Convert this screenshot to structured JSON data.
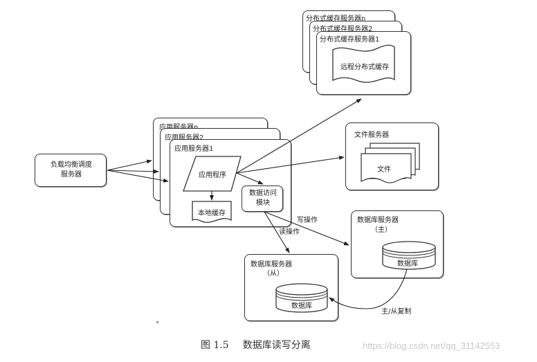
{
  "diagram": {
    "load_balancer": {
      "line1": "负载均衡调度",
      "line2": "服务器"
    },
    "app_servers": {
      "titles": [
        "应用服务器n",
        "应用服务器2",
        "应用服务器1"
      ],
      "application": "应用程序",
      "local_cache": "本地缓存",
      "data_access": {
        "line1": "数据访问",
        "line2": "模块"
      }
    },
    "cache_servers": {
      "titles": [
        "分布式缓存服务器n",
        "分布式缓存服务器2",
        "分布式缓存服务器1"
      ],
      "remote_cache": "远程分布式缓存"
    },
    "file_server": {
      "title": "文件服务器",
      "file": "文件"
    },
    "db_master": {
      "title": "数据库服务器",
      "role": "（主）",
      "db": "数据库"
    },
    "db_slave": {
      "title": "数据库服务器",
      "role": "（从）",
      "db": "数据库"
    },
    "edges": {
      "write": "写操作",
      "read": "读操作",
      "replication": "主/从复制"
    }
  },
  "caption": {
    "figure": "图 1.5",
    "title": "数据库读写分离"
  },
  "watermark": "https://blog.csdn.net/qq_31142553"
}
